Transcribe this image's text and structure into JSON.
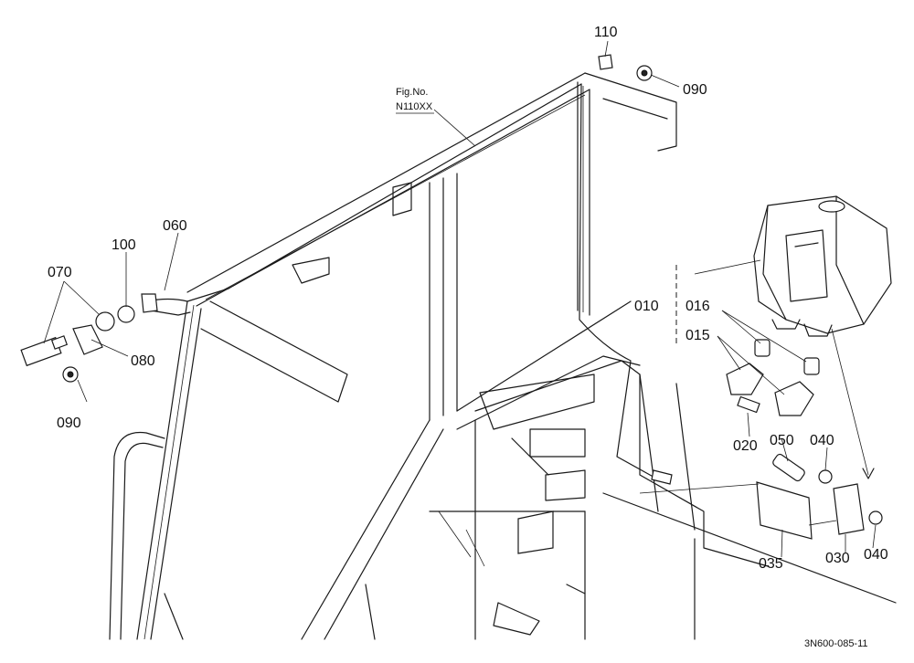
{
  "figure_ref": {
    "line1": "Fig.No.",
    "line2": "N110XX"
  },
  "parts": {
    "p110": "110",
    "p090_top": "090",
    "p060": "060",
    "p100": "100",
    "p070": "070",
    "p080": "080",
    "p090_left": "090",
    "p010": "010",
    "p016": "016",
    "p015": "015",
    "p020": "020",
    "p050": "050",
    "p040_upper": "040",
    "p035": "035",
    "p030": "030",
    "p040_lower": "040"
  },
  "drawing_code": "3N600-085-11"
}
